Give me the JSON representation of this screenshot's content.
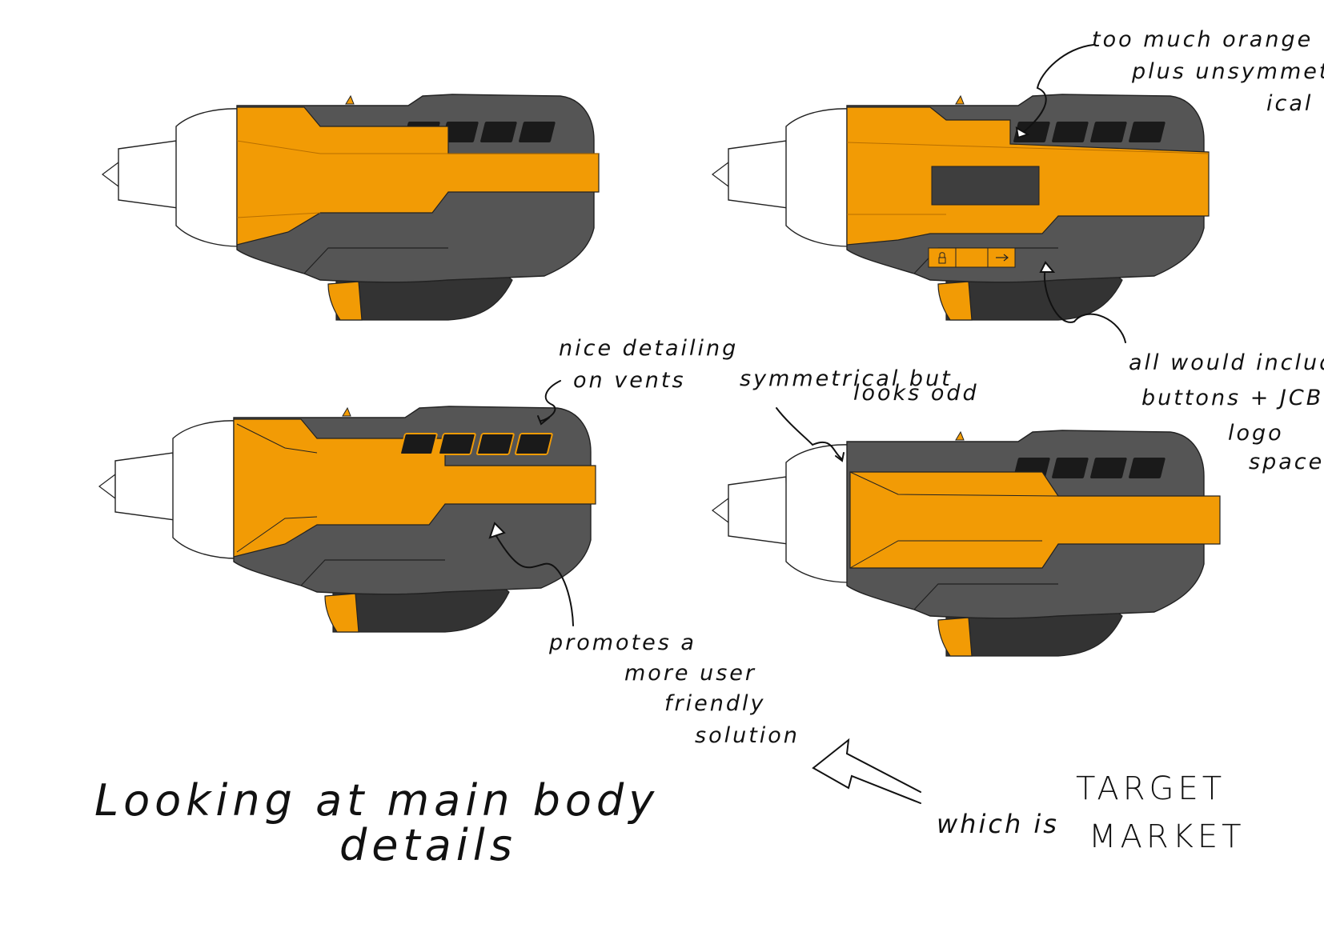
{
  "colors": {
    "orange": "#f29b05",
    "orange_light": "#f6b33a",
    "dark": "#555555",
    "textured": "#333333",
    "vent": "#1a1a1a",
    "screen": "#3e3e3e",
    "outline": "#222222",
    "ink": "#111111"
  },
  "icons": {
    "lock": "lock-icon",
    "arrow": "arrow-right-icon"
  },
  "annotations": {
    "too_much_orange_1": "too much orange",
    "too_much_orange_2": "plus unsymmetr",
    "too_much_orange_3": "ical",
    "buttons_1": "all would include",
    "buttons_2": "buttons + JCB",
    "buttons_3": "logo",
    "buttons_4": "space",
    "vents_1": "nice detailing",
    "vents_2": "on vents",
    "symmetrical_1": "symmetrical but",
    "symmetrical_2": "looks odd",
    "promotes_1": "promotes a",
    "promotes_2": "more user",
    "promotes_3": "friendly",
    "promotes_4": "solution",
    "title_1": "Looking at main body",
    "title_2": "details",
    "which_is": "which is",
    "target_1": "TARGET",
    "target_2": "MARKET"
  }
}
